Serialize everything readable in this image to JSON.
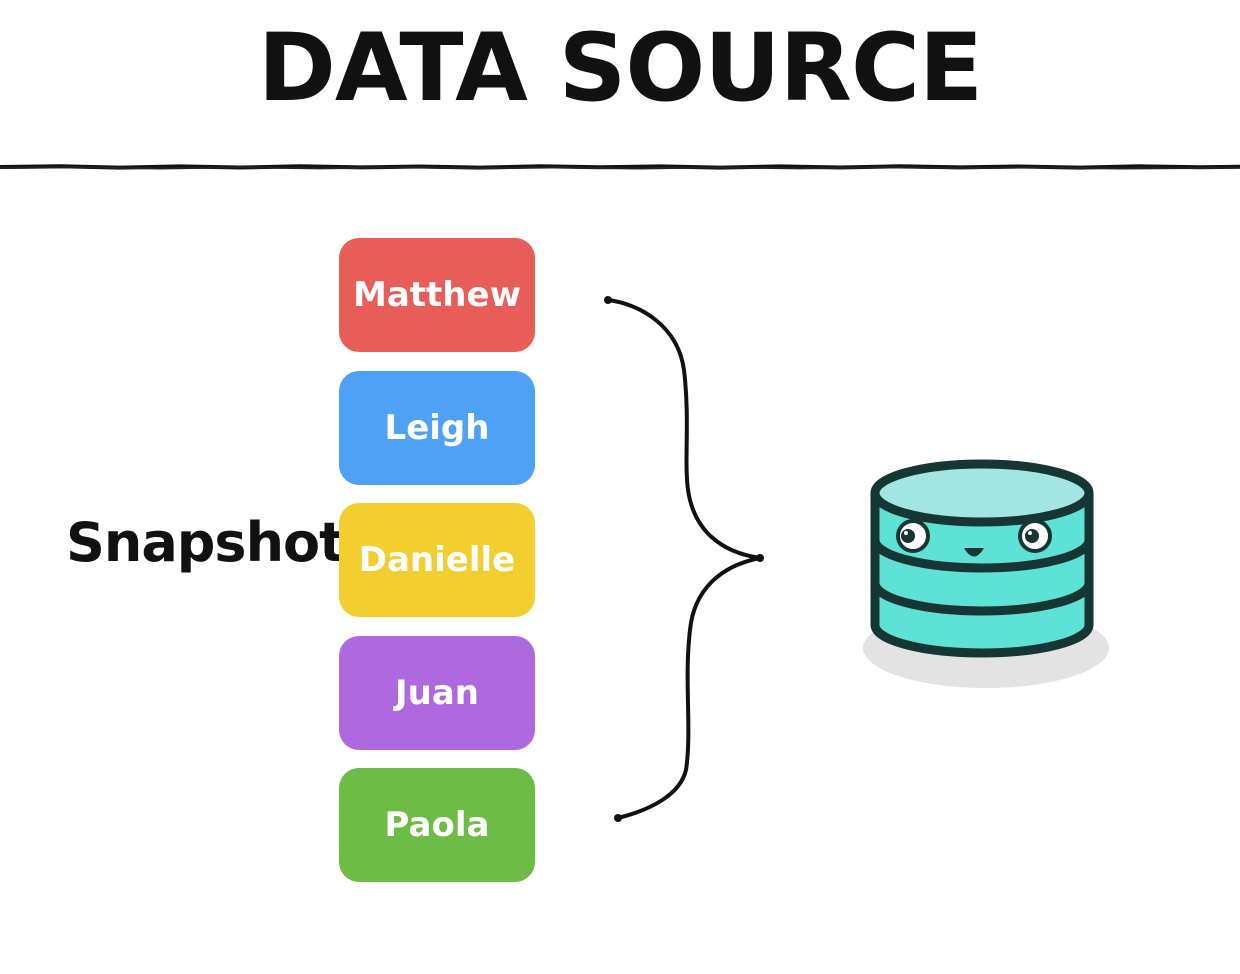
{
  "title": "DATA SOURCE",
  "snapshot_label": "Snapshot",
  "names": [
    {
      "label": "Matthew",
      "color": "#E85D57"
    },
    {
      "label": "Leigh",
      "color": "#4EA1F5"
    },
    {
      "label": "Danielle",
      "color": "#F2CE31"
    },
    {
      "label": "Juan",
      "color": "#AE69DF"
    },
    {
      "label": "Paola",
      "color": "#6CBC45"
    }
  ],
  "database": {
    "icon": "database-icon",
    "body_color": "#5EE2D5",
    "top_color": "#A3E6E1",
    "outline_color": "#163633"
  }
}
